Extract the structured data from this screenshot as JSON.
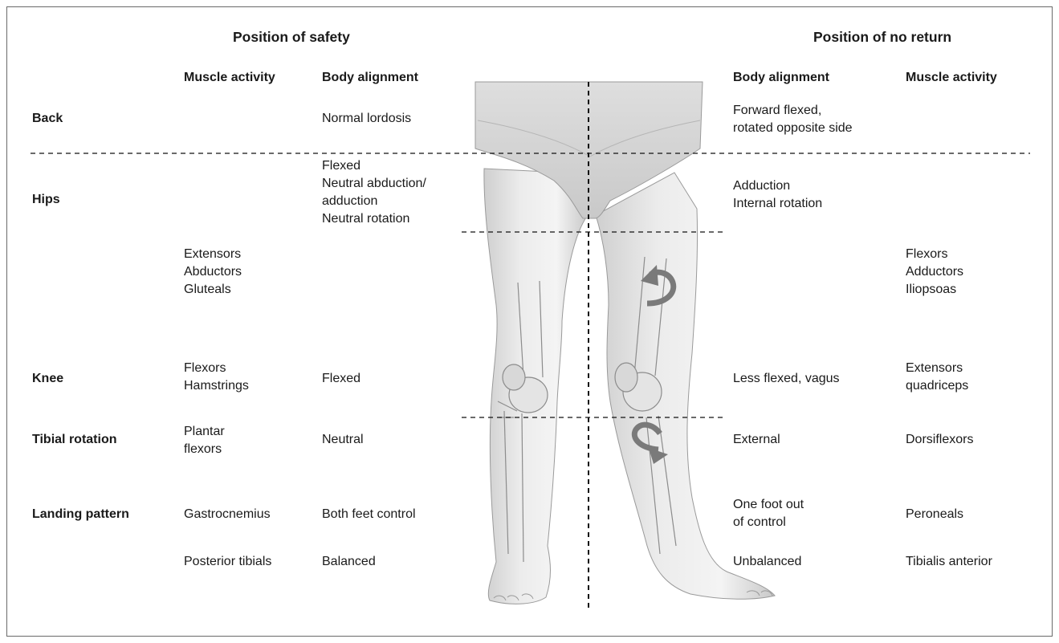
{
  "headings": {
    "safety": "Position of safety",
    "no_return": "Position of no return"
  },
  "columns": {
    "left_muscle": "Muscle activity",
    "left_alignment": "Body alignment",
    "right_alignment": "Body alignment",
    "right_muscle": "Muscle activity"
  },
  "rows": {
    "back": "Back",
    "hips": "Hips",
    "knee": "Knee",
    "tibial": "Tibial rotation",
    "landing": "Landing pattern"
  },
  "safety": {
    "back_alignment": "Normal lordosis",
    "hips_alignment": "Flexed\nNeutral abduction/\n  adduction\nNeutral rotation",
    "thigh_muscles": "Extensors\nAbductors\nGluteals",
    "knee_muscles": "Flexors\nHamstrings",
    "knee_alignment": "Flexed",
    "tibial_muscles": "Plantar\nflexors",
    "tibial_alignment": "Neutral",
    "landing_muscles": "Gastrocnemius",
    "landing_alignment": "Both feet control",
    "balance_muscles": "Posterior tibials",
    "balance_alignment": "Balanced"
  },
  "no_return": {
    "back_alignment": "Forward flexed,\nrotated opposite side",
    "hips_alignment": "Adduction\nInternal rotation",
    "thigh_muscles": "Flexors\nAdductors\nIliopsoas",
    "knee_alignment": "Less flexed, vagus",
    "knee_muscles": "Extensors\nquadriceps",
    "tibial_alignment": "External",
    "tibial_muscles": "Dorsiflexors",
    "landing_alignment": "One foot out\nof control",
    "landing_muscles": "Peroneals",
    "balance_alignment": "Unbalanced",
    "balance_muscles": "Tibialis anterior"
  }
}
